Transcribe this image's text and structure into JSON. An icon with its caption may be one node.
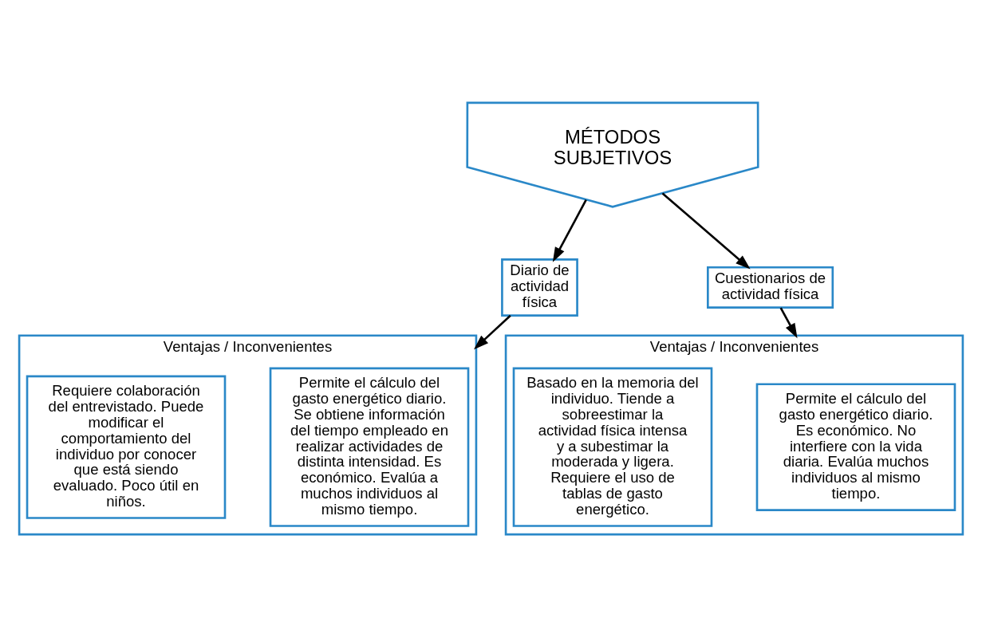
{
  "diagram": {
    "nodes": [
      {
        "text": [
          "MÉTODOS SUBJETIVOS"
        ]
      },
      {
        "text": [
          "Diario de actividad física"
        ]
      },
      {
        "text": [
          "Cuestionarios de actividad física"
        ]
      },
      {
        "text": [
          "Ventajas / Inconvenientes"
        ]
      },
      {
        "text": [
          "Permite el cálculo del gasto energético diario. Se obtiene información del tiempo empleado en realizar actividades de distinta intensidad. Es económico. Evalúa a muchos individuos al mismo tiempo."
        ],
        "in": 3
      },
      {
        "text": [
          "Requiere colaboración del entrevistado. Puede modificar el comportamiento del individuo por conocer que está siendo evaluado. Poco útil en niños."
        ],
        "in": 3
      },
      {
        "text": [
          "Ventajas / Inconvenientes"
        ]
      },
      {
        "text": [
          "Permite el cálculo del gasto energético diario. Es económico. No interfiere con la vida diaria. Evalúa muchos individuos al mismo tiempo."
        ],
        "in": 6
      },
      {
        "text": [
          "Basado en la memoria del individuo. Tiende a sobreestimar la actividad física intensa y a subestimar la moderada y ligera. Requiere el uso de tablas de gasto energético."
        ],
        "in": 6
      }
    ],
    "edges": [
      {
        "from": 0,
        "to": 1,
        "arrow": "to"
      },
      {
        "from": 0,
        "to": 2,
        "arrow": "to"
      },
      {
        "from": 1,
        "to": 3,
        "arrow": "to"
      },
      {
        "from": 2,
        "to": 6,
        "arrow": "to"
      }
    ]
  }
}
